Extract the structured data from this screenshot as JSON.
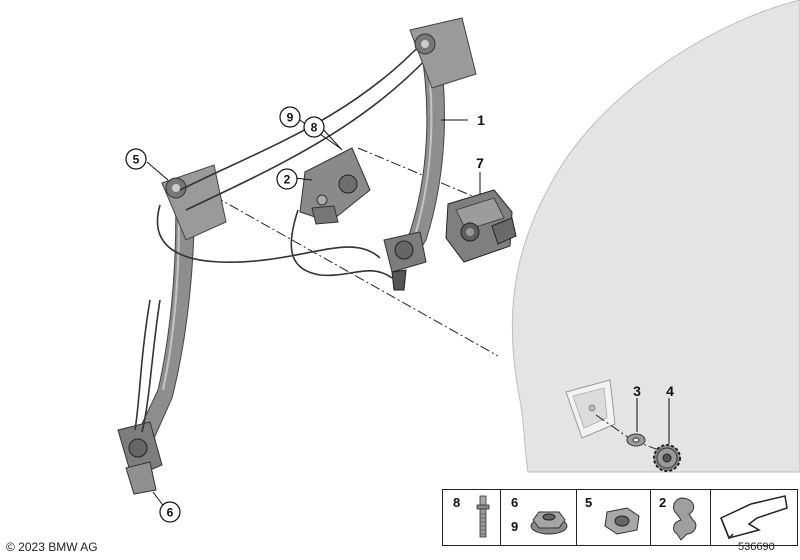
{
  "diagram": {
    "callouts": [
      {
        "id": "c1",
        "label": "1"
      },
      {
        "id": "c2",
        "label": "2"
      },
      {
        "id": "c3",
        "label": "3"
      },
      {
        "id": "c4",
        "label": "4"
      },
      {
        "id": "c5",
        "label": "5"
      },
      {
        "id": "c6",
        "label": "6"
      },
      {
        "id": "c7",
        "label": "7"
      },
      {
        "id": "c8",
        "label": "8"
      },
      {
        "id": "c9",
        "label": "9"
      }
    ]
  },
  "parts_table": {
    "cells": [
      {
        "labels": [
          "8"
        ],
        "icon": "stud-bolt-icon"
      },
      {
        "labels": [
          "6",
          "9"
        ],
        "icon": "collar-nut-icon"
      },
      {
        "labels": [
          "5"
        ],
        "icon": "hex-nut-icon"
      },
      {
        "labels": [
          "2"
        ],
        "icon": "spring-clip-icon"
      },
      {
        "labels": [],
        "icon": "view-direction-arrow-icon"
      }
    ]
  },
  "footer": {
    "copyright": "© 2023 BMW AG",
    "image_id": "536690"
  }
}
